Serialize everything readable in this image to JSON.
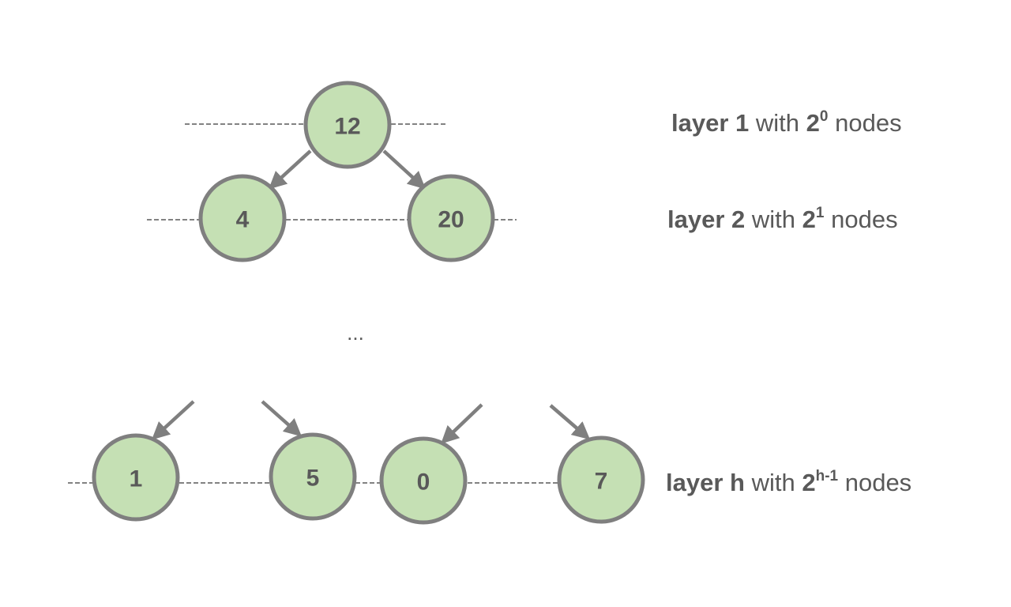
{
  "colors": {
    "node_fill": "#c5e0b4",
    "node_stroke": "#7f7f7f",
    "text": "#595959",
    "background": "#ffffff"
  },
  "nodes": {
    "root": "12",
    "layer2_left": "4",
    "layer2_right": "20",
    "layerh_1": "1",
    "layerh_2": "5",
    "layerh_3": "0",
    "layerh_4": "7"
  },
  "ellipsis": "...",
  "layers": [
    {
      "name": "layer 1",
      "with": "with",
      "base": "2",
      "exponent": "0",
      "suffix": "nodes"
    },
    {
      "name": "layer 2",
      "with": "with",
      "base": "2",
      "exponent": "1",
      "suffix": "nodes"
    },
    {
      "name": "layer h",
      "with": "with",
      "base": "2",
      "exponent": "h-1",
      "suffix": "nodes"
    }
  ]
}
